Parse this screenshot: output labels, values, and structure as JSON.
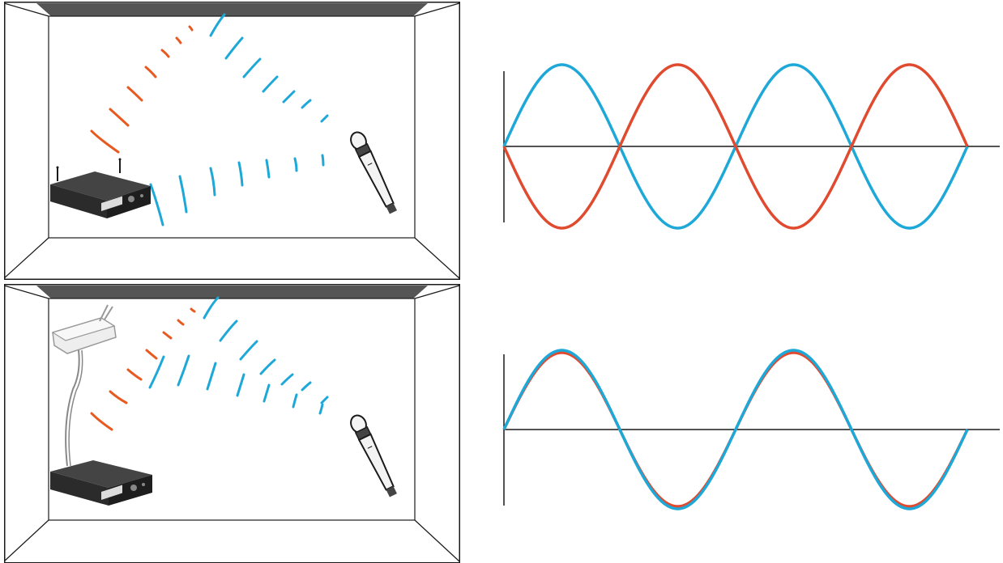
{
  "colors": {
    "blue": "#1ea8d8",
    "red": "#e04a2f",
    "orange": "#e8591f",
    "wall_line": "#1a1a1a",
    "ceiling": "#555555",
    "receiver_body": "#2b2b2b",
    "antenna_unit": "#eeeeee"
  },
  "scenes": [
    {
      "id": "direct-path",
      "receiver": "receiver-with-rod-antennas",
      "signals": [
        "reflected-wave-orange",
        "direct-wave-blue"
      ],
      "waveform_relation": "out-of-phase"
    },
    {
      "id": "remote-antenna",
      "receiver": "receiver-with-remote-antenna",
      "signals": [
        "reflected-wave-orange",
        "direct-wave-blue"
      ],
      "waveform_relation": "in-phase"
    }
  ],
  "chart_data": [
    {
      "type": "line",
      "title": "",
      "xlabel": "",
      "ylabel": "",
      "x_periods": 2,
      "series": [
        {
          "color": "#1ea8d8",
          "phase_deg": 0,
          "amplitude": 1.0
        },
        {
          "color": "#e04a2f",
          "phase_deg": 180,
          "amplitude": 1.0
        }
      ]
    },
    {
      "type": "line",
      "title": "",
      "xlabel": "",
      "ylabel": "",
      "x_periods": 2,
      "series": [
        {
          "color": "#1ea8d8",
          "phase_deg": 0,
          "amplitude": 1.0
        },
        {
          "color": "#e04a2f",
          "phase_deg": 0,
          "amplitude": 0.97
        }
      ]
    }
  ]
}
